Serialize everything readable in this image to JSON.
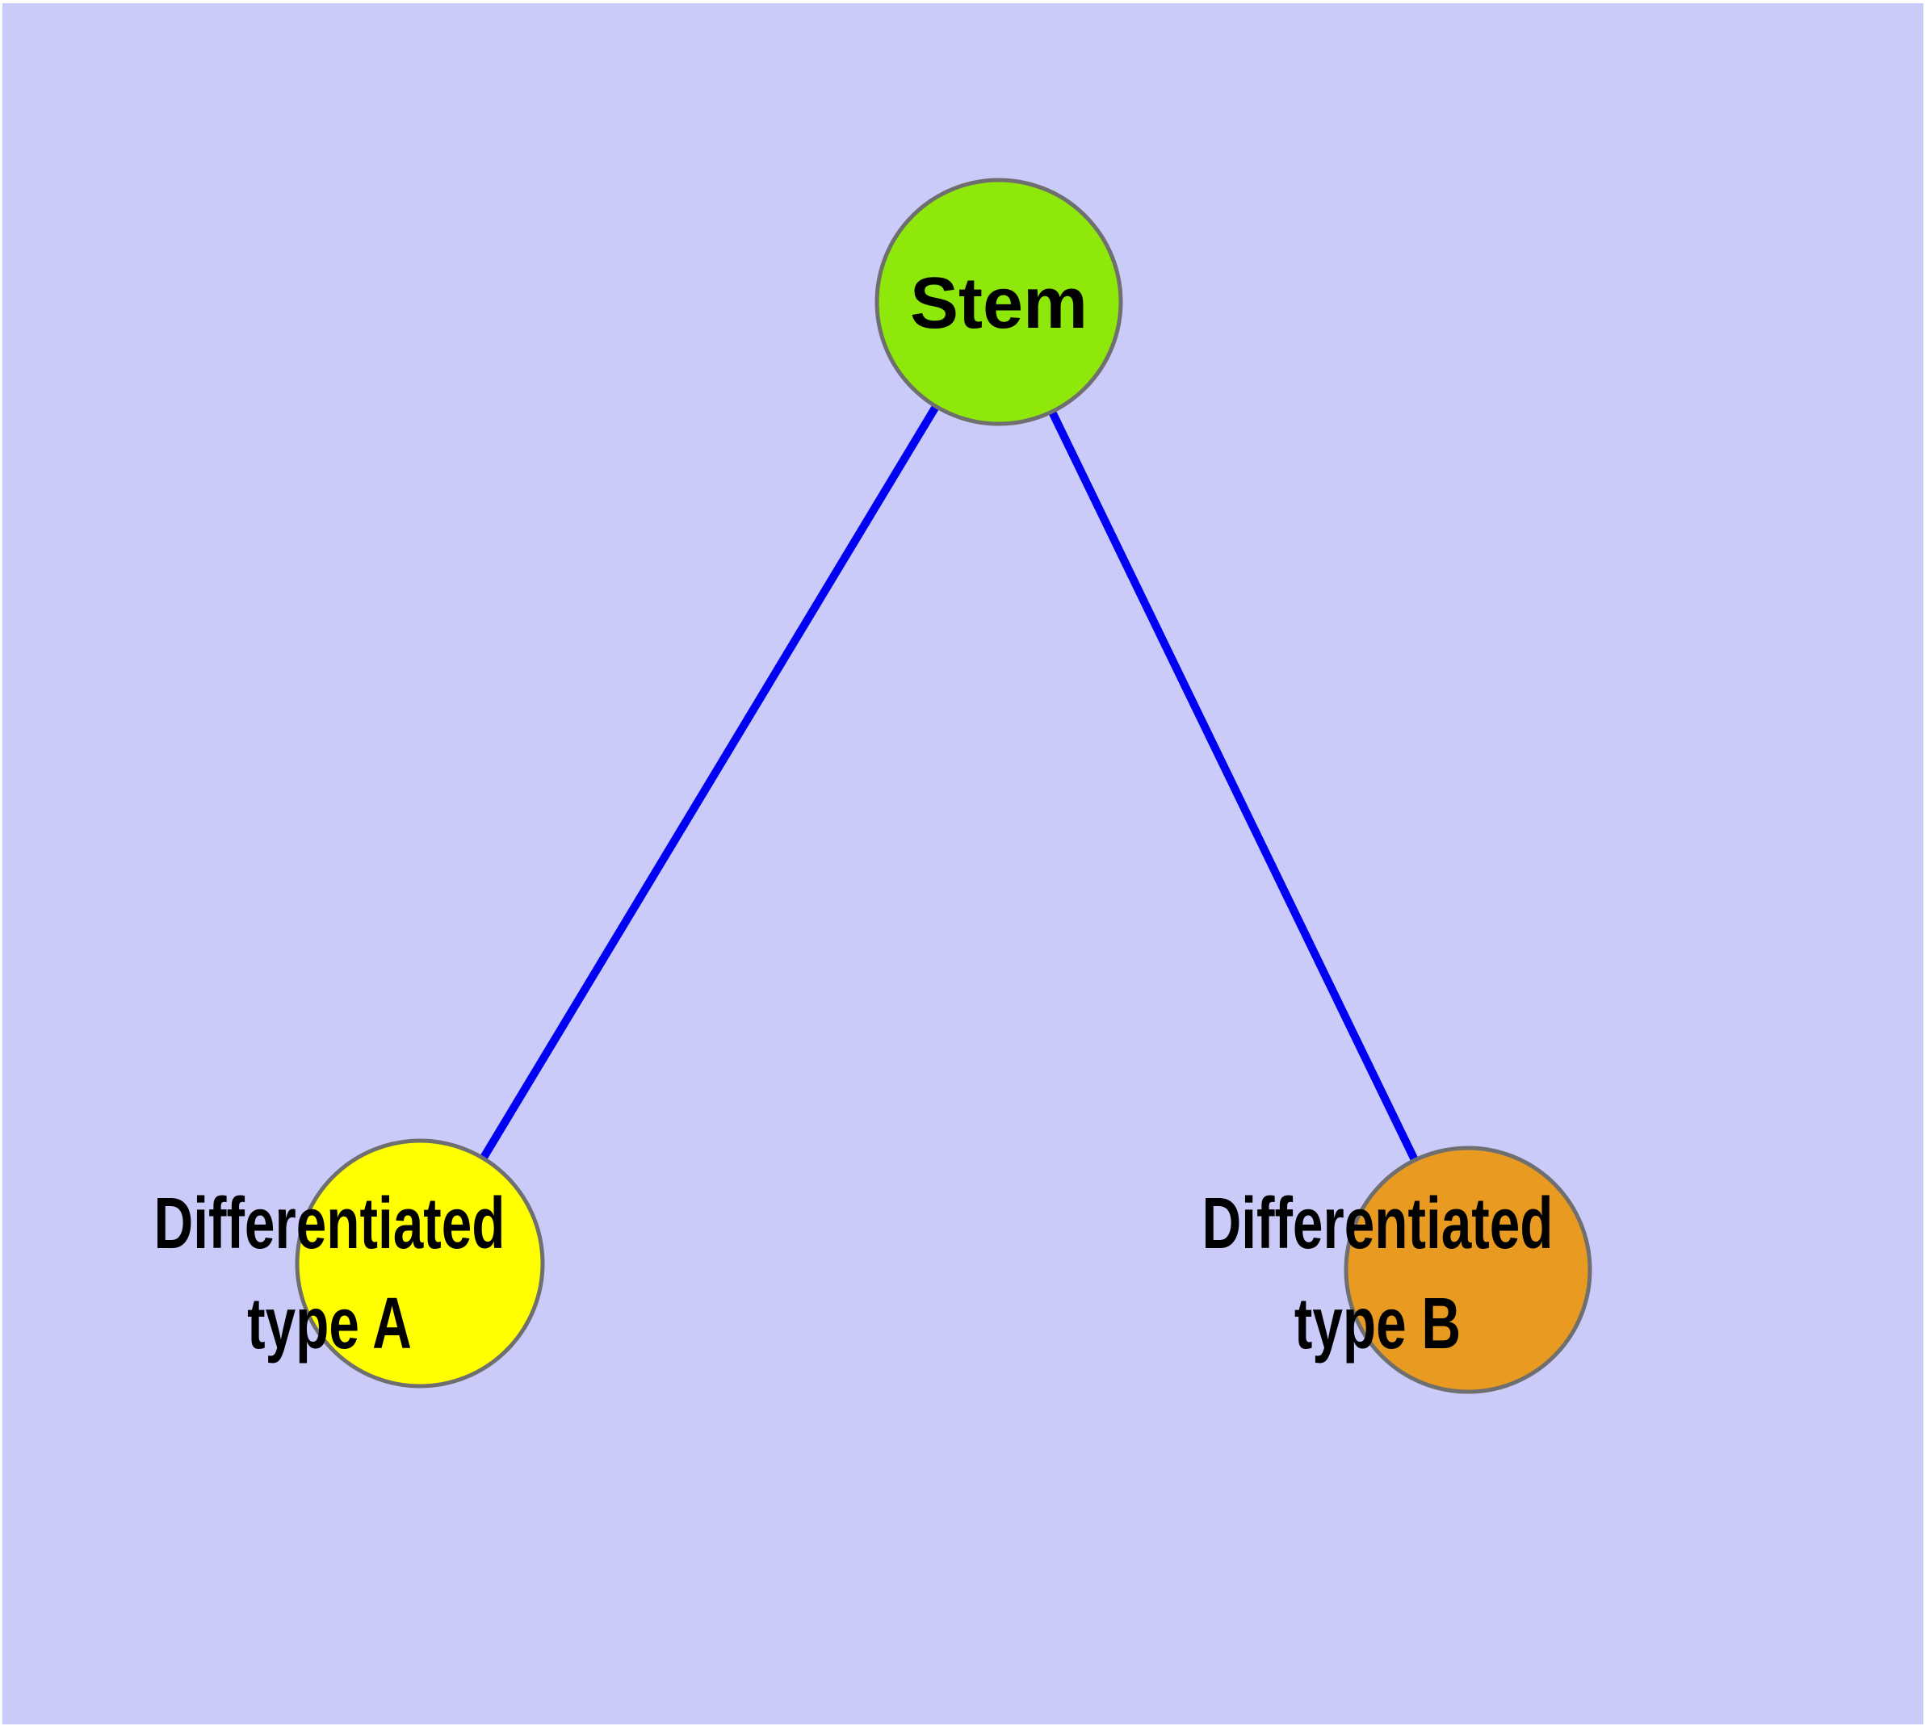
{
  "theme": {
    "bg_color": "#cbcbfa",
    "page_border_color": "#ffffff",
    "edge_color": "#0000f2",
    "node_stroke_color": "#6f6f6f",
    "label_color": "#000000"
  },
  "diagram": {
    "type": "graph",
    "description": "Stem cell differentiation tree: one stem node with edges to two differentiated cell-type nodes",
    "nodes": {
      "stem": {
        "label": "Stem",
        "color": "#8ee90b"
      },
      "type_a": {
        "label": "Differentiated\ntype A",
        "color": "#ffff00"
      },
      "type_b": {
        "label": "Differentiated\ntype B",
        "color": "#e89b20"
      }
    },
    "edges": [
      {
        "from": "stem",
        "to": "type_a"
      },
      {
        "from": "stem",
        "to": "type_b"
      }
    ]
  }
}
